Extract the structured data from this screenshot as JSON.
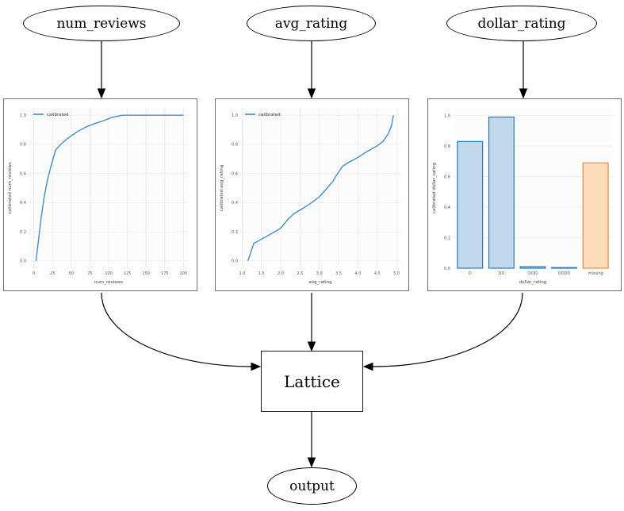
{
  "diagram": {
    "input_nodes": [
      {
        "label": "num_reviews"
      },
      {
        "label": "avg_rating"
      },
      {
        "label": "dollar_rating"
      }
    ],
    "lattice_label": "Lattice",
    "output_label": "output"
  },
  "colors": {
    "line_blue": "#3f8fce",
    "bar_blue_fill": "#c2d9ec",
    "bar_blue_edge": "#2878b8",
    "bar_orange_fill": "#fddcba",
    "bar_orange_edge": "#f8872d",
    "grid": "#ebebeb",
    "tick_label": "#555555",
    "axis_label": "#3c3c3c",
    "plot_bg": "#fcfcfc"
  },
  "chart_data": [
    {
      "type": "line",
      "title": "",
      "xlabel": "num_reviews",
      "ylabel": "calibrated num_reviews",
      "legend": "calibrated",
      "legend_position": "upper left",
      "grid": true,
      "xlim": [
        -7,
        207
      ],
      "ylim": [
        -0.05,
        1.05
      ],
      "xtick_vals": [
        0,
        25,
        50,
        75,
        100,
        125,
        150,
        175,
        200
      ],
      "xtick_labels": [
        "0",
        "25",
        "50",
        "75",
        "100",
        "125",
        "150",
        "175",
        "200"
      ],
      "ytick_vals": [
        0.0,
        0.2,
        0.4,
        0.6,
        0.8,
        1.0
      ],
      "ytick_labels": [
        "0.0",
        "0.2",
        "0.4",
        "0.6",
        "0.8",
        "1.0"
      ],
      "series": [
        {
          "name": "calibrated",
          "points": [
            [
              3,
              0.0
            ],
            [
              6,
              0.13
            ],
            [
              10,
              0.3
            ],
            [
              14,
              0.44
            ],
            [
              18,
              0.55
            ],
            [
              23,
              0.65
            ],
            [
              29,
              0.76
            ],
            [
              36,
              0.8
            ],
            [
              45,
              0.84
            ],
            [
              56,
              0.88
            ],
            [
              68,
              0.915
            ],
            [
              80,
              0.94
            ],
            [
              92,
              0.96
            ],
            [
              105,
              0.985
            ],
            [
              118,
              1.0
            ],
            [
              200,
              1.0
            ]
          ]
        }
      ]
    },
    {
      "type": "line",
      "title": "",
      "xlabel": "avg_rating",
      "ylabel": "calibrated avg_rating",
      "legend": "calibrated",
      "legend_position": "upper left",
      "grid": true,
      "xlim": [
        0.95,
        5.1
      ],
      "ylim": [
        -0.05,
        1.05
      ],
      "xtick_vals": [
        1.0,
        1.5,
        2.0,
        2.5,
        3.0,
        3.5,
        4.0,
        4.5,
        5.0
      ],
      "xtick_labels": [
        "1.0",
        "1.5",
        "2.0",
        "2.5",
        "3.0",
        "3.5",
        "4.0",
        "4.5",
        "5.0"
      ],
      "ytick_vals": [
        0.0,
        0.2,
        0.4,
        0.6,
        0.8,
        1.0
      ],
      "ytick_labels": [
        "0.0",
        "0.2",
        "0.4",
        "0.6",
        "0.8",
        "1.0"
      ],
      "series": [
        {
          "name": "calibrated",
          "points": [
            [
              1.15,
              0.0
            ],
            [
              1.3,
              0.12
            ],
            [
              1.5,
              0.15
            ],
            [
              1.75,
              0.185
            ],
            [
              2.0,
              0.225
            ],
            [
              2.2,
              0.29
            ],
            [
              2.35,
              0.325
            ],
            [
              2.6,
              0.365
            ],
            [
              2.8,
              0.4
            ],
            [
              3.0,
              0.44
            ],
            [
              3.2,
              0.5
            ],
            [
              3.35,
              0.545
            ],
            [
              3.45,
              0.59
            ],
            [
              3.6,
              0.65
            ],
            [
              3.75,
              0.675
            ],
            [
              4.0,
              0.71
            ],
            [
              4.2,
              0.745
            ],
            [
              4.5,
              0.79
            ],
            [
              4.65,
              0.82
            ],
            [
              4.8,
              0.88
            ],
            [
              4.87,
              0.93
            ],
            [
              4.92,
              1.0
            ]
          ]
        }
      ]
    },
    {
      "type": "bar",
      "title": "",
      "xlabel": "dollar_rating",
      "ylabel": "calibrated dollar_rating",
      "grid": true,
      "ylim": [
        0,
        1.05
      ],
      "categories": [
        "D",
        "DD",
        "DDD",
        "DDDD",
        "missing"
      ],
      "values": [
        0.83,
        0.99,
        0.01,
        0.004,
        0.69
      ],
      "ytick_vals": [
        0.0,
        0.2,
        0.4,
        0.6,
        0.8,
        1.0
      ],
      "ytick_labels": [
        "0.0",
        "0.2",
        "0.4",
        "0.6",
        "0.8",
        "1.0"
      ],
      "bar_fills": [
        "#c2d9ec",
        "#c2d9ec",
        "#c2d9ec",
        "#c2d9ec",
        "#fddcba"
      ],
      "bar_edges": [
        "#2878b8",
        "#2878b8",
        "#2878b8",
        "#2878b8",
        "#f8872d"
      ]
    }
  ]
}
